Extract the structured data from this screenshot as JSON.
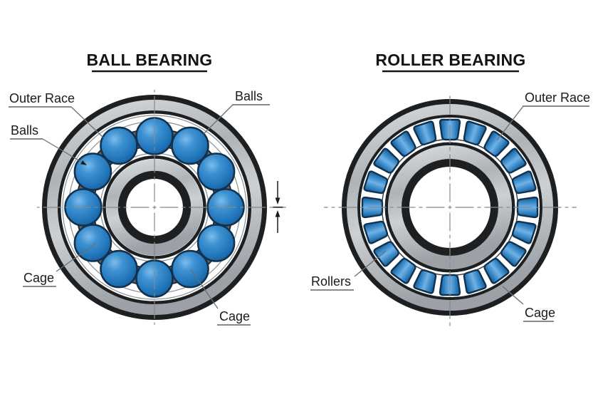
{
  "figure": {
    "background": "#ffffff",
    "left_bearing": {
      "title": "BALL BEARING",
      "ball_count": 12,
      "labels": {
        "outer_race": "Outer Race",
        "balls_left": "Balls",
        "balls_right": "Balls",
        "cage_left": "Cage",
        "cage_right": "Cage"
      }
    },
    "right_bearing": {
      "title": "ROLLER BEARING",
      "roller_count": 20,
      "labels": {
        "outer_race": "Outer Race",
        "rollers": "Rollers",
        "cage": "Cage"
      }
    },
    "colors": {
      "outline": "#1d1f21",
      "steel_light": "#d7dadc",
      "steel_mid": "#aeb3b8",
      "steel_sheen": "#cdd0d2",
      "steel_dark": "#9ba1a7",
      "ball_highlight": "#7cbcec",
      "ball_mid": "#3f92d2",
      "ball_deep": "#2176ba",
      "ball_dark": "#145a98",
      "ball_outline": "#12314c",
      "roller_edge": "#14588f",
      "roller_mid": "#2b7cbc",
      "roller_light": "#6fb2e6",
      "cage_gray": "#60656c",
      "centerline_gray": "#85898d",
      "label_text": "#1a1a1a"
    }
  }
}
